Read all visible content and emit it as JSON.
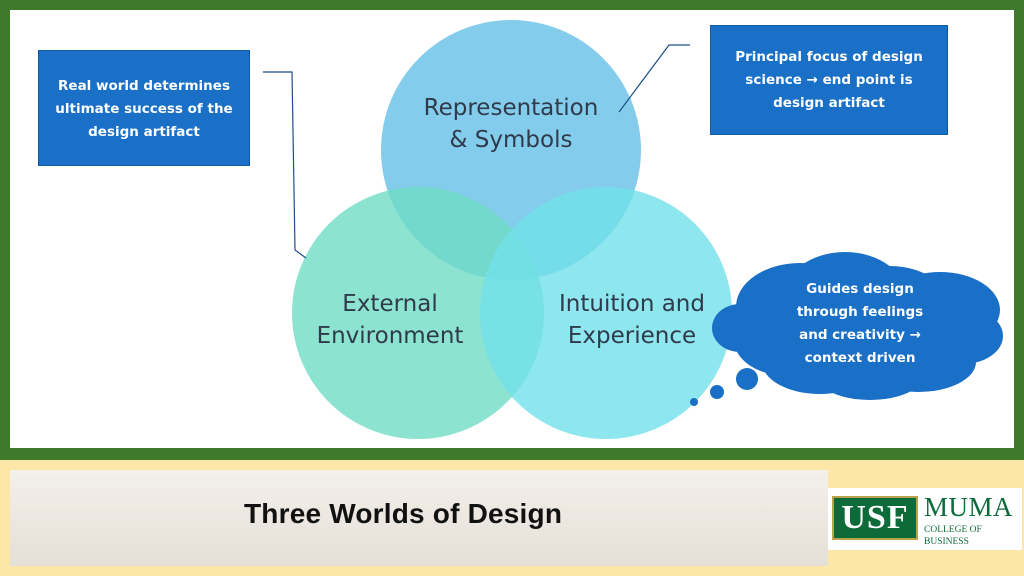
{
  "diagram": {
    "circles": [
      {
        "id": "representation",
        "label": "Representation\n& Symbols",
        "color": "#6ec3e8"
      },
      {
        "id": "external",
        "label": "External\nEnvironment",
        "color": "#6fdcc4"
      },
      {
        "id": "intuition",
        "label": "Intuition and\nExperience",
        "color": "#72e0ea"
      }
    ],
    "callouts": [
      {
        "id": "real-world",
        "text": "Real world determines\nultimate success of the\ndesign artifact",
        "color": "#1a6fc6"
      },
      {
        "id": "principal-focus",
        "text": "Principal focus of design\nscience → end point is\ndesign artifact",
        "color": "#1a6fc6"
      }
    ],
    "thought_bubble": {
      "text": "Guides design\nthrough feelings\nand creativity →\ncontext driven",
      "color": "#1a6fc6"
    }
  },
  "footer": {
    "title": "Three Worlds of Design",
    "logo": {
      "primary": "USF",
      "secondary": "MUMA",
      "tagline": "COLLEGE OF BUSINESS"
    }
  },
  "colors": {
    "frame_green": "#3f7a2b",
    "footer_band": "#fce7a8",
    "callout_blue": "#1a6fc6"
  }
}
